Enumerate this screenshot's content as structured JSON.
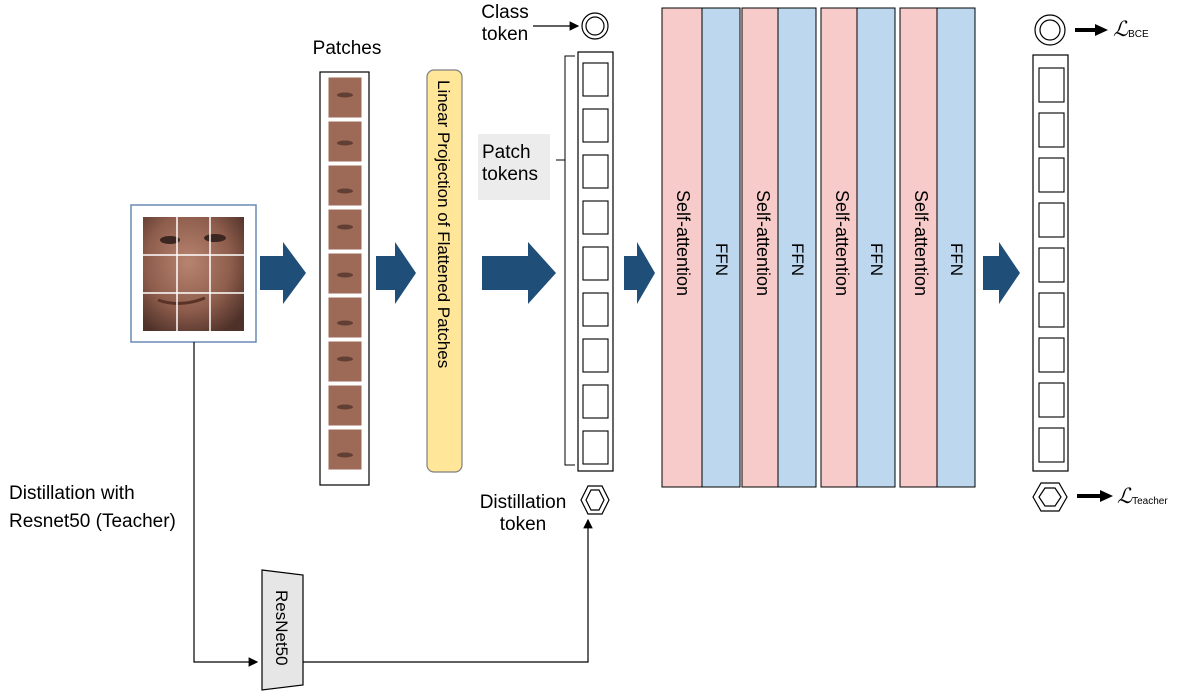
{
  "labels": {
    "patches": "Patches",
    "class_token": "Class\ntoken",
    "patch_tokens": "Patch\ntokens",
    "distillation_token": "Distillation\ntoken",
    "distillation_with": "Distillation with\nResnet50 (Teacher)",
    "linear_projection": "Linear Projection of Flattened Patches",
    "resnet": "ResNet50"
  },
  "encoder_blocks": [
    {
      "attention": "Self-attention",
      "ffn": "FFN"
    },
    {
      "attention": "Self-attention",
      "ffn": "FFN"
    },
    {
      "attention": "Self-attention",
      "ffn": "FFN"
    },
    {
      "attention": "Self-attention",
      "ffn": "FFN"
    }
  ],
  "losses": {
    "bce": {
      "symbol": "ℒ",
      "sub": "BCE"
    },
    "teacher": {
      "symbol": "ℒ",
      "sub": "Teacher"
    }
  },
  "colors": {
    "arrow": "#1f4e79",
    "attention_fill": "#f8cbcb",
    "ffn_fill": "#bdd7ee",
    "projection_fill": "#ffe699",
    "face_skin": "#9c6a56"
  },
  "token_count": 9,
  "patch_count": 9
}
